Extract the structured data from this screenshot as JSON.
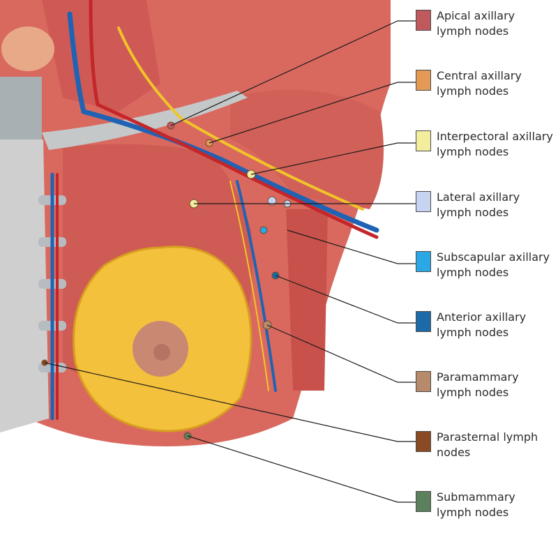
{
  "legend": [
    {
      "line1": "Apical axillary",
      "line2": "lymph nodes",
      "color": "#c0595e"
    },
    {
      "line1": "Central axillary",
      "line2": "lymph nodes",
      "color": "#e39a55"
    },
    {
      "line1": "Interpectoral axillary",
      "line2": "lymph nodes",
      "color": "#f3ee9e"
    },
    {
      "line1": "Lateral axillary",
      "line2": "lymph nodes",
      "color": "#c6d3f1"
    },
    {
      "line1": "Subscapular axillary",
      "line2": "lymph nodes",
      "color": "#2aa7e4"
    },
    {
      "line1": "Anterior axillary",
      "line2": "lymph nodes",
      "color": "#1d6aa8"
    },
    {
      "line1": "Paramammary",
      "line2": "lymph nodes",
      "color": "#b78a6b"
    },
    {
      "line1": "Parasternal lymph",
      "line2": "nodes",
      "color": "#8a4a23"
    },
    {
      "line1": "Submammary",
      "line2": "lymph nodes",
      "color": "#5c7f5c"
    }
  ]
}
